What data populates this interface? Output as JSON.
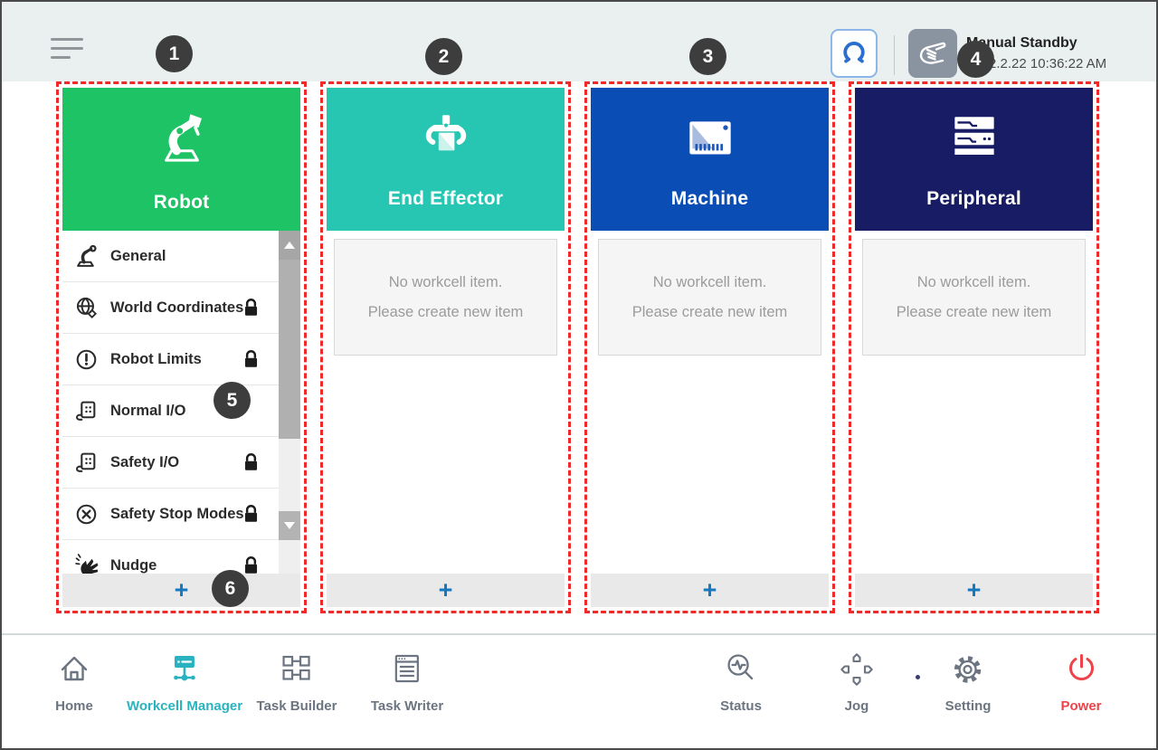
{
  "topbar": {
    "status_title": "Manual Standby",
    "status_time": "2022.2.22 10:36:22 AM"
  },
  "callouts": [
    "1",
    "2",
    "3",
    "4",
    "5",
    "6"
  ],
  "columns": {
    "robot": {
      "title": "Robot",
      "color": "#1ec366"
    },
    "end_effector": {
      "title": "End Effector",
      "color": "#26c6b2"
    },
    "machine": {
      "title": "Machine",
      "color": "#0a4db4"
    },
    "peripheral": {
      "title": "Peripheral",
      "color": "#171c65"
    }
  },
  "robot_list": {
    "items": [
      {
        "label": "General",
        "locked": false
      },
      {
        "label": "World Coordinates",
        "locked": true
      },
      {
        "label": "Robot Limits",
        "locked": true
      },
      {
        "label": "Normal I/O",
        "locked": false
      },
      {
        "label": "Safety I/O",
        "locked": true
      },
      {
        "label": "Safety Stop Modes",
        "locked": true
      },
      {
        "label": "Nudge",
        "locked": true
      }
    ]
  },
  "empty_state": {
    "line1": "No workcell item.",
    "line2": "Please create new item"
  },
  "add_button_label": "+",
  "bottom_nav": {
    "items": [
      {
        "label": "Home",
        "active": false
      },
      {
        "label": "Workcell Manager",
        "active": true
      },
      {
        "label": "Task Builder",
        "active": false
      },
      {
        "label": "Task Writer",
        "active": false
      },
      {
        "label": "Status",
        "active": false
      },
      {
        "label": "Jog",
        "active": false
      },
      {
        "label": "Setting",
        "active": false
      },
      {
        "label": "Power",
        "active": false,
        "danger": true
      }
    ]
  },
  "colors": {
    "annotation_red": "#ee2a2a",
    "nav_active_teal": "#29b3c0",
    "power_red": "#ee4348",
    "add_plus_blue": "#1878be",
    "badge_dark": "#3d3d3d"
  }
}
